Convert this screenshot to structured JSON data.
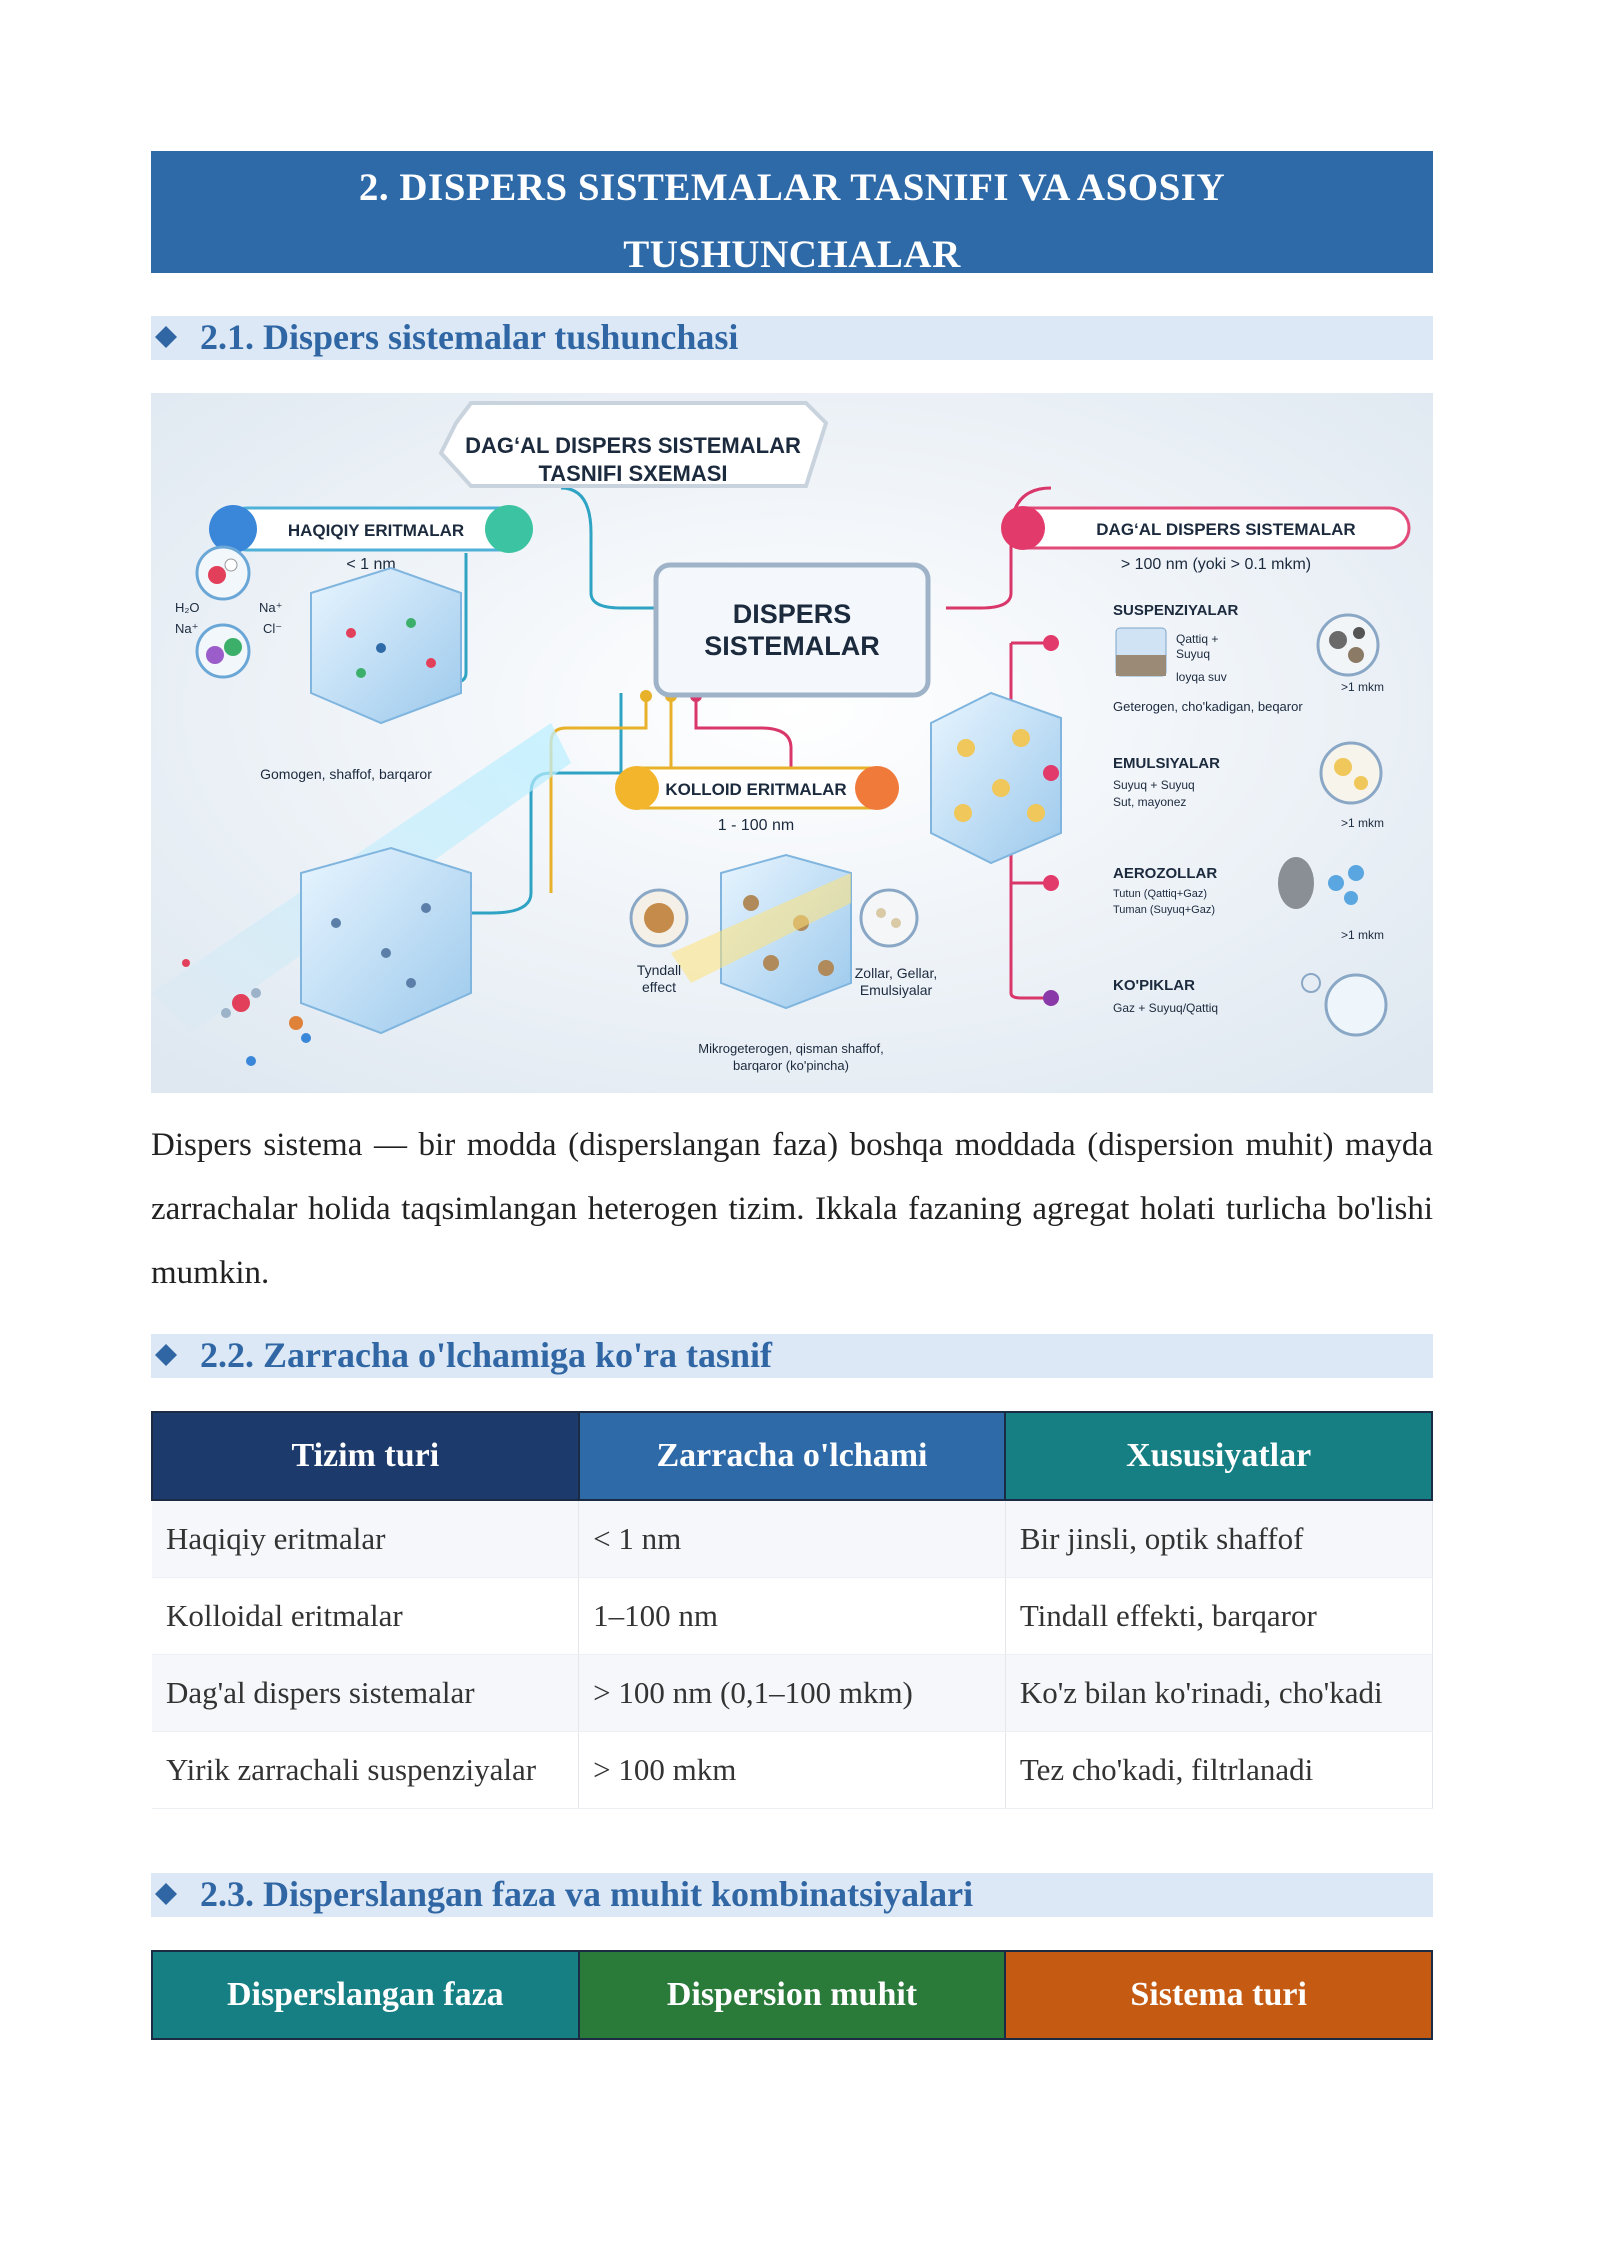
{
  "header": {
    "title_line1": "2. DISPERS SISTEMALAR TASNIFI VA ASOSIY",
    "title_line2": "TUSHUNCHALAR"
  },
  "sections": [
    {
      "title": "2.1. Dispers sistemalar tushunchasi"
    },
    {
      "title": "2.2. Zarracha o'lchamiga ko'ra tasnif"
    },
    {
      "title": "2.3. Disperslangan faza va muhit kombinatsiyalari"
    }
  ],
  "figure": {
    "main_title_1": "DAG‘AL DISPERS SISTEMALAR",
    "main_title_2": "TASNIFI SXEMASI",
    "center_1": "DISPERS",
    "center_2": "SISTEMALAR",
    "haqiqiy": {
      "title": "HAQIQIY ERITMALAR",
      "size": "< 1 nm",
      "note": "Gomogen, shaffof, barqaror",
      "ions": [
        "H₂O",
        "Na⁺",
        "Na⁺",
        "Cl⁻"
      ]
    },
    "kolloid": {
      "title": "KOLLOID ERITMALAR",
      "size": "1 - 100 nm",
      "tyndall_1": "Tyndall",
      "tyndall_2": "effect",
      "zollar_1": "Zollar, Gellar,",
      "zollar_2": "Emulsiyalar",
      "note_1": "Mikrogeterogen, qisman shaffof,",
      "note_2": "barqaror (ko'pincha)"
    },
    "dagal": {
      "title": "DAG‘AL DISPERS SISTEMALAR",
      "size": "> 100 nm (yoki > 0.1 mkm)"
    },
    "suspenziya": {
      "title": "SUSPENZIYALAR",
      "sub_1": "Qattiq +",
      "sub_2": "Suyuq",
      "sub_3": "loyqa suv",
      "scale": ">1 mkm",
      "note": "Geterogen, cho'kadigan, beqaror"
    },
    "emulsiya": {
      "title": "EMULSIYALAR",
      "sub_1": "Suyuq + Suyuq",
      "sub_2": "Sut, mayonez",
      "scale": ">1 mkm"
    },
    "aerozol": {
      "title": "AEROZOLLAR",
      "sub_1": "Tutun (Qattiq+Gaz)",
      "sub_2": "Tuman (Suyuq+Gaz)",
      "scale": ">1 mkm"
    },
    "kopik": {
      "title": "KO'PIKLAR",
      "sub_1": "Gaz + Suyuq/Qattiq"
    }
  },
  "paragraph": "Dispers sistema — bir modda (disperslangan faza) boshqa moddada (dispersion muhit) mayda zarrachalar holida taqsimlangan heterogen tizim. Ikkala fazaning agregat holati turlicha bo'lishi mumkin.",
  "table1": {
    "headers": [
      "Tizim turi",
      "Zarracha o'lchami",
      "Xususiyatlar"
    ],
    "header_colors": [
      "#1c3a6b",
      "#2f6aa8",
      "#167f84"
    ],
    "rows": [
      [
        "Haqiqiy eritmalar",
        "< 1 nm",
        "Bir jinsli, optik shaffof"
      ],
      [
        "Kolloidal eritmalar",
        "1–100 nm",
        "Tindall effekti, barqaror"
      ],
      [
        "Dag'al dispers sistemalar",
        "> 100 nm (0,1–100 mkm)",
        "Ko'z bilan ko'rinadi, cho'kadi"
      ],
      [
        "Yirik zarrachali suspenziyalar",
        "> 100 mkm",
        "Tez cho'kadi, filtrlanadi"
      ]
    ]
  },
  "table2": {
    "headers": [
      "Disperslangan faza",
      "Dispersion muhit",
      "Sistema turi"
    ],
    "header_colors": [
      "#167f84",
      "#2a7a3a",
      "#c55a12"
    ]
  }
}
